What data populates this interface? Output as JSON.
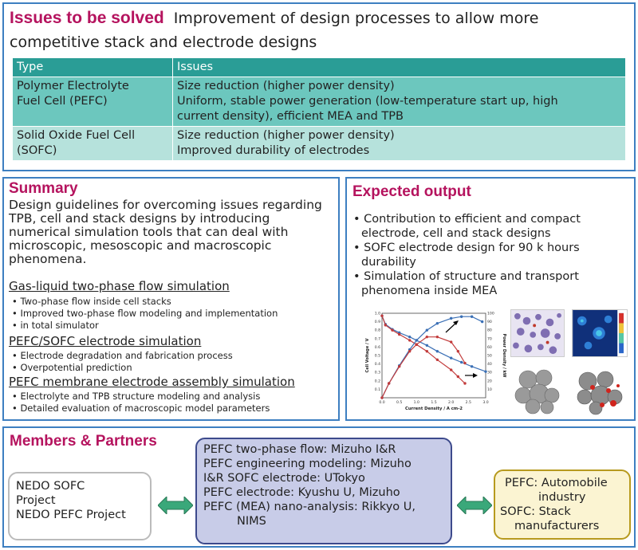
{
  "issues": {
    "title": "Issues to be solved",
    "subtitle_line1": "Improvement of design processes to allow more",
    "subtitle_line2": "competitive stack and electrode designs",
    "header": [
      "Type",
      "Issues"
    ],
    "rows": [
      {
        "type": [
          "Polymer Electrolyte",
          "Fuel Cell (PEFC)"
        ],
        "issues": [
          "Size reduction (higher power density)",
          "Uniform, stable power generation (low-temperature start up, high",
          "current density), efficient MEA and TPB"
        ]
      },
      {
        "type": [
          "Solid Oxide Fuel Cell",
          "(SOFC)"
        ],
        "issues": [
          "Size reduction (higher power density)",
          "Improved durability of electrodes"
        ]
      }
    ]
  },
  "summary": {
    "title": "Summary",
    "intro": [
      "Design guidelines for overcoming issues regarding",
      "TPB, cell and stack designs by introducing",
      "numerical simulation tools that can deal with",
      "microscopic, mesoscopic and macroscopic",
      "phenomena."
    ],
    "sections": [
      {
        "title": "Gas-liquid two-phase flow simulation",
        "bullets": [
          "Two-phase flow inside cell stacks",
          "Improved two-phase flow modeling and implementation",
          "in total simulator"
        ]
      },
      {
        "title": "PEFC/SOFC electrode simulation",
        "bullets": [
          "Electrode degradation and fabrication process",
          "Overpotential prediction"
        ]
      },
      {
        "title": "PEFC membrane electrode assembly simulation",
        "bullets": [
          "Electrolyte and TPB structure modeling and analysis",
          "Detailed evaluation of macroscopic model parameters"
        ]
      }
    ]
  },
  "expected": {
    "title": "Expected output",
    "bullets": [
      [
        "Contribution to efficient and compact",
        "electrode, cell and stack designs"
      ],
      [
        "SOFC electrode design for 90 k hours",
        "durability"
      ],
      [
        "Simulation of structure and transport",
        "phenomena inside MEA"
      ]
    ]
  },
  "chart_data": {
    "type": "line",
    "xlabel": "Current Density / A cm-2",
    "ylabel": "Cell Voltage / V",
    "y2label": "Power Density / kW",
    "xlim": [
      0,
      3.0
    ],
    "ylim": [
      0,
      1.0
    ],
    "y2lim": [
      0,
      100
    ],
    "xticks": [
      "0.0",
      "0.5",
      "1.0",
      "1.5",
      "2.0",
      "2.5",
      "3.0"
    ],
    "yticks": [
      "0.1",
      "0.2",
      "0.3",
      "0.4",
      "0.5",
      "0.6",
      "0.7",
      "0.8",
      "0.9",
      "1.0"
    ],
    "y2ticks": [
      "10",
      "20",
      "30",
      "40",
      "50",
      "60",
      "70",
      "80",
      "90",
      "100"
    ],
    "series": [
      {
        "axis": "left",
        "color": "#3a6fb5",
        "x": [
          0,
          0.1,
          0.3,
          0.5,
          0.8,
          1.0,
          1.3,
          1.6,
          2.0,
          2.3,
          2.6,
          3.0
        ],
        "y": [
          0.97,
          0.87,
          0.81,
          0.77,
          0.72,
          0.68,
          0.62,
          0.55,
          0.47,
          0.42,
          0.37,
          0.31
        ]
      },
      {
        "axis": "left",
        "color": "#c23b3b",
        "x": [
          0,
          0.1,
          0.3,
          0.5,
          0.8,
          1.0,
          1.3,
          1.6,
          2.0,
          2.2,
          2.4
        ],
        "y": [
          0.97,
          0.86,
          0.8,
          0.75,
          0.68,
          0.63,
          0.55,
          0.45,
          0.33,
          0.25,
          0.17
        ]
      },
      {
        "axis": "right",
        "color": "#3a6fb5",
        "x": [
          0,
          0.2,
          0.5,
          0.8,
          1.0,
          1.3,
          1.6,
          2.0,
          2.3,
          2.6,
          2.9
        ],
        "y": [
          0,
          17,
          38,
          57,
          68,
          80,
          88,
          94,
          96,
          96,
          90
        ]
      },
      {
        "axis": "right",
        "color": "#c23b3b",
        "x": [
          0,
          0.2,
          0.5,
          0.8,
          1.0,
          1.3,
          1.6,
          2.0,
          2.2,
          2.4
        ],
        "y": [
          0,
          17,
          37,
          55,
          63,
          72,
          72,
          66,
          55,
          41
        ]
      }
    ]
  },
  "members": {
    "title": "Members & Partners",
    "left_box": [
      "NEDO SOFC",
      "Project",
      "NEDO PEFC Project"
    ],
    "center_box": [
      "PEFC two-phase flow:  Mizuho I&R",
      "PEFC engineering modeling: Mizuho",
      "I&R SOFC electrode:  UTokyo",
      "PEFC electrode:  Kyushu U, Mizuho",
      "PEFC (MEA) nano-analysis:  Rikkyo U,",
      "NIMS"
    ],
    "right_box": [
      "PEFC: Automobile",
      "industry",
      "SOFC: Stack",
      "manufacturers"
    ]
  },
  "colors": {
    "accent_title": "#b5135e",
    "panel_border": "#3d7fc1",
    "table_header": "#2a9d96",
    "table_row1": "#6cc7be",
    "table_row2": "#b6e2dc",
    "arrow": "#3aa87a"
  }
}
